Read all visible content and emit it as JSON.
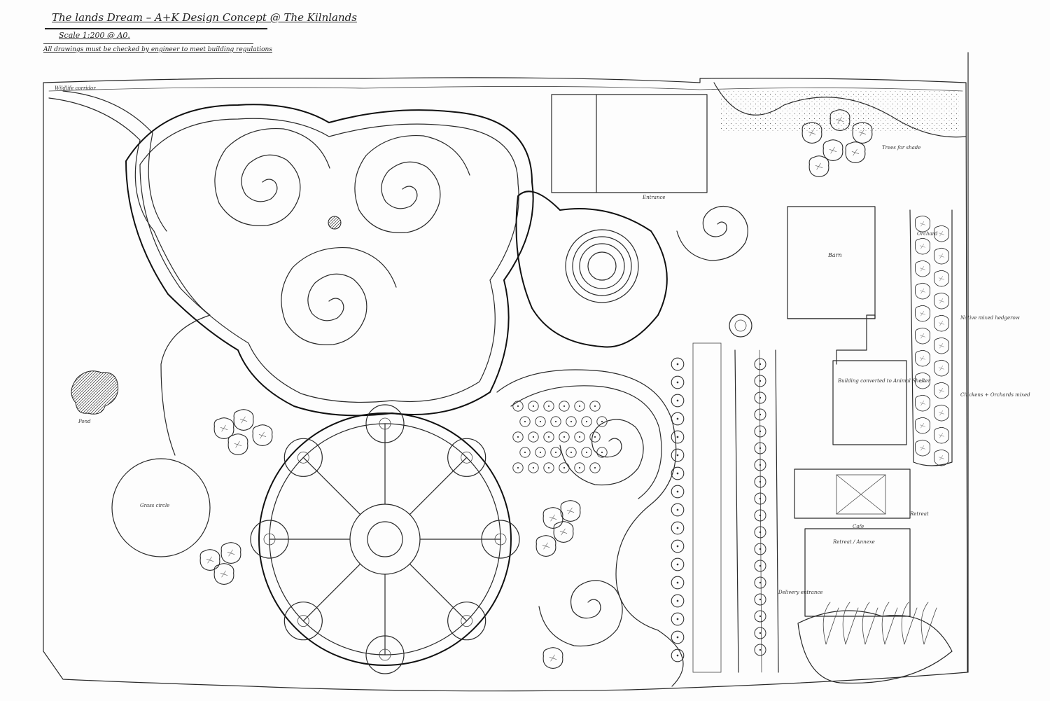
{
  "title_block": {
    "title": "The lands Dream – A+K Design Concept @ The Kilnlands",
    "scale": "Scale 1:200 @ A0.",
    "note": "All drawings must be checked by engineer to meet building regulations"
  },
  "labels": {
    "barn": "Barn",
    "entrance": "Entrance",
    "wildlife_corridor": "Wildlife corridor",
    "orchard": "Orchard",
    "trees_for_shade": "Trees for shade",
    "building_shelter": "Building converted to Animal Shelter",
    "retreat": "Retreat",
    "native_hedgerow": "Native mixed hedgerow",
    "chickens": "Chickens + Orchards mixed",
    "grass_circle": "Grass circle",
    "pond": "Pond",
    "delivery_entrance": "Delivery entrance",
    "cafe": "Cafe",
    "retreat_building": "Retreat / Annexe"
  },
  "colors": {
    "ink": "#2a2a2a",
    "paper": "#fdfdfd"
  }
}
